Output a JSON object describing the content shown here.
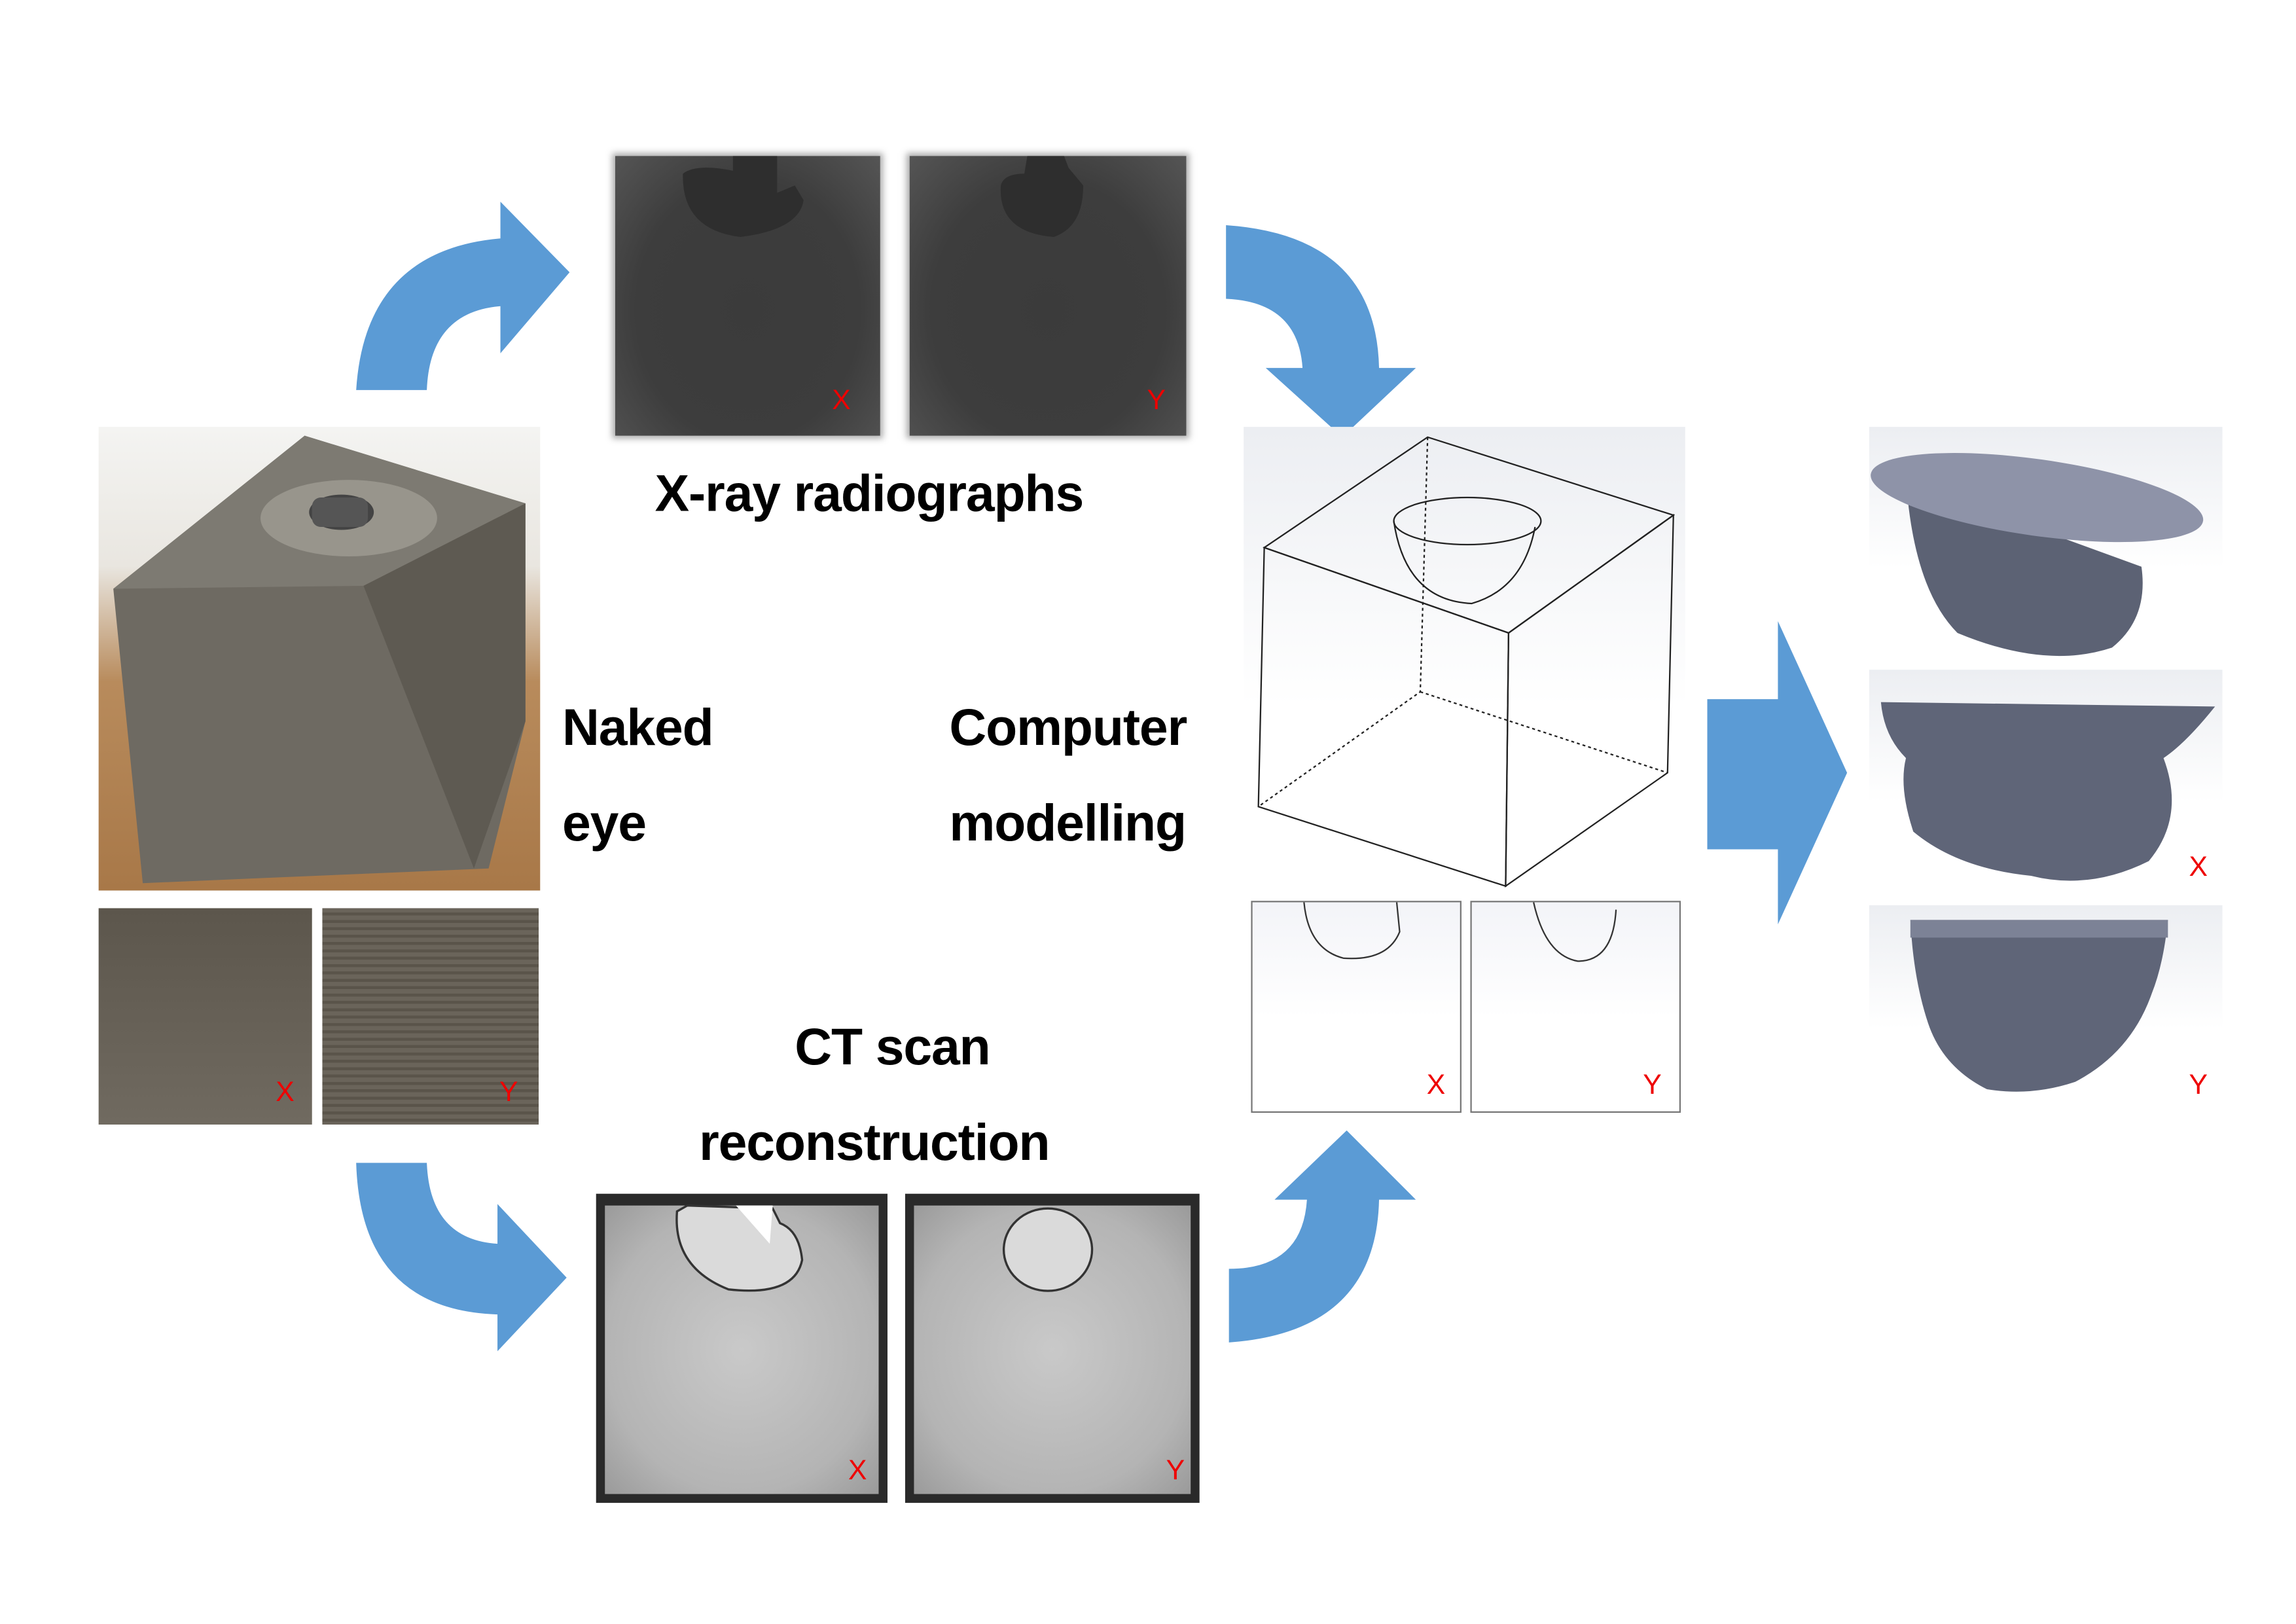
{
  "labels": {
    "xray": "X-ray radiographs",
    "naked_line1": "Naked",
    "naked_line2": "eye",
    "computer_line1": "Computer",
    "computer_line2": "modelling",
    "ct_line1": "CT scan",
    "ct_line2": "reconstruction"
  },
  "axes": {
    "x": "X",
    "y": "Y"
  },
  "colors": {
    "arrow": "#5b9bd5",
    "axis_label": "#ee0000"
  }
}
